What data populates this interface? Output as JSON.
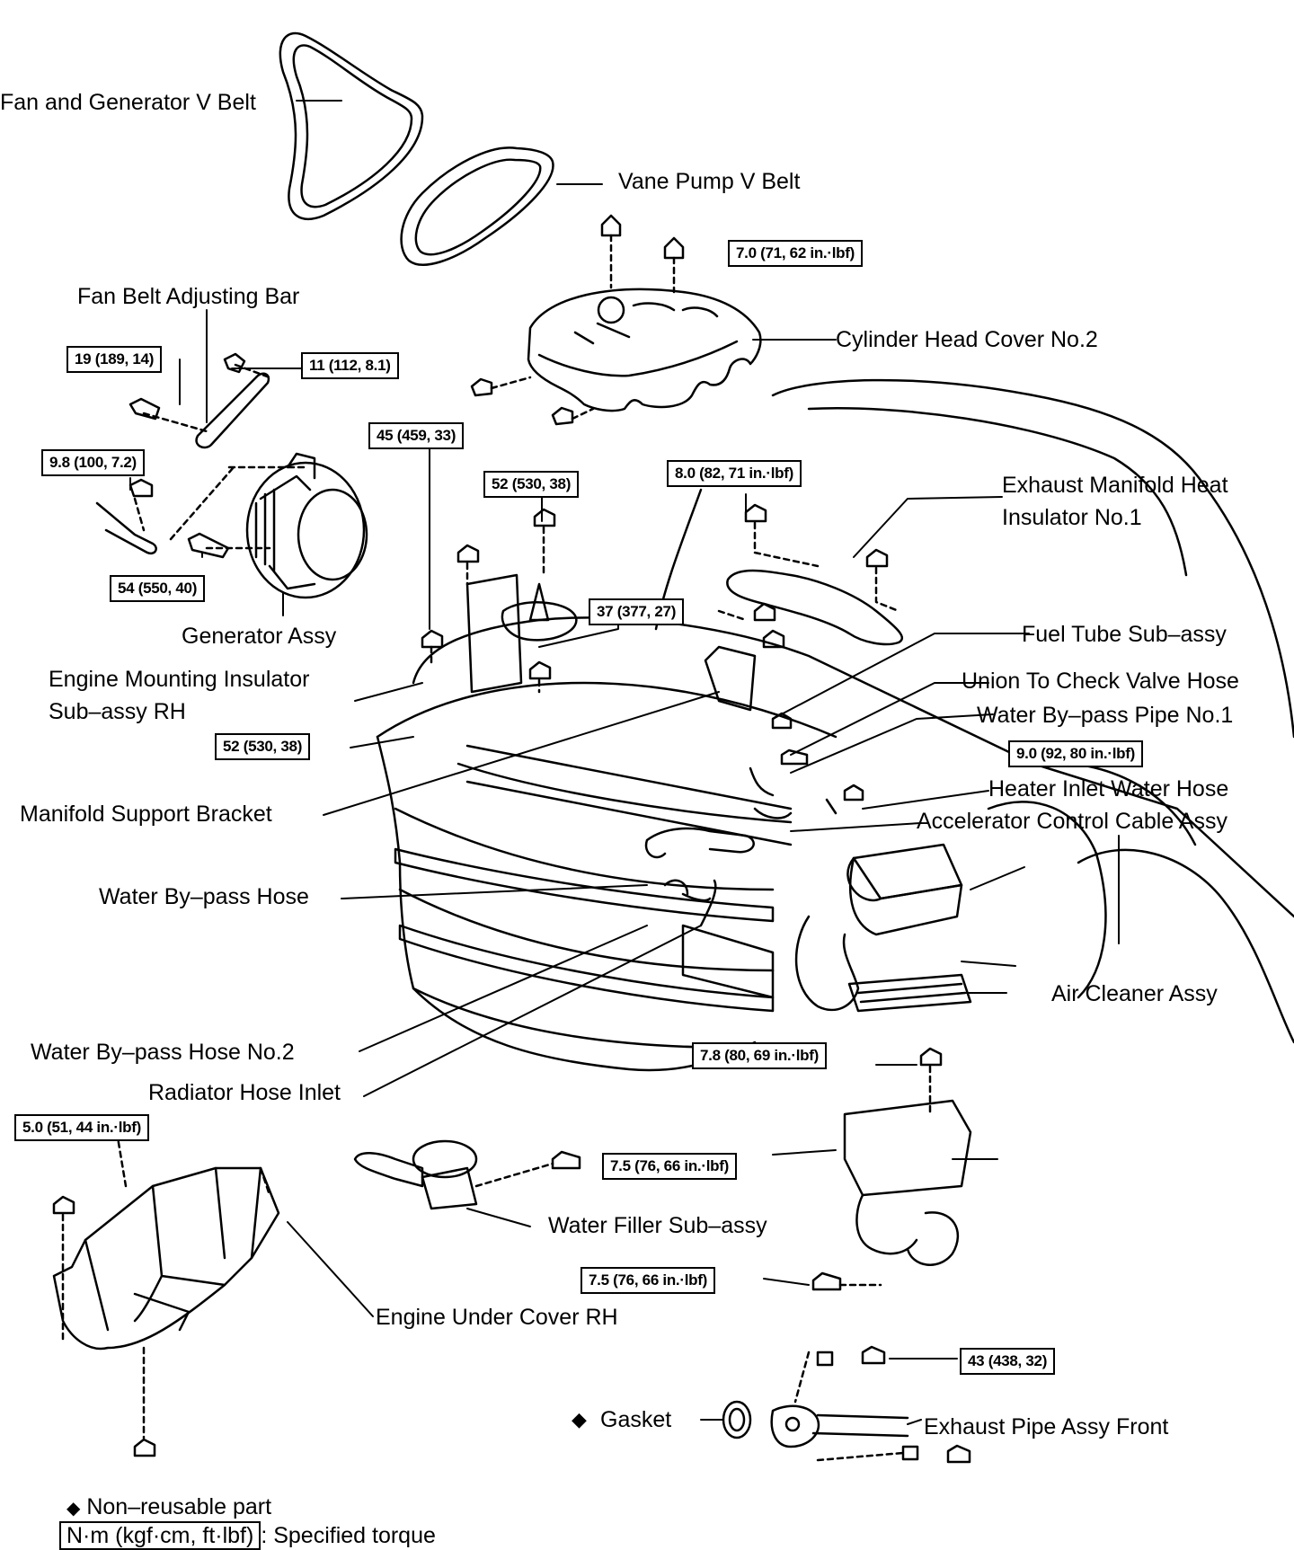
{
  "labels": {
    "fan_generator_belt": "Fan and Generator V Belt",
    "vane_pump_belt": "Vane Pump V Belt",
    "fan_belt_adjusting_bar": "Fan Belt Adjusting Bar",
    "cylinder_head_cover": "Cylinder Head Cover No.2",
    "exhaust_heat_insulator_1": "Exhaust Manifold Heat",
    "exhaust_heat_insulator_2": "Insulator No.1",
    "generator_assy": "Generator Assy",
    "engine_mounting_1": "Engine Mounting Insulator",
    "engine_mounting_2": "Sub–assy RH",
    "fuel_tube": "Fuel Tube Sub–assy",
    "union_check_valve": "Union To Check Valve Hose",
    "water_bypass_pipe": "Water By–pass Pipe No.1",
    "heater_inlet_hose": "Heater Inlet Water Hose",
    "manifold_support": "Manifold Support Bracket",
    "accelerator_cable": "Accelerator Control Cable Assy",
    "water_bypass_hose": "Water By–pass Hose",
    "air_cleaner": "Air Cleaner Assy",
    "water_bypass_hose_2": "Water By–pass Hose No.2",
    "radiator_hose_inlet": "Radiator Hose Inlet",
    "water_filler": "Water Filler Sub–assy",
    "engine_under_cover": "Engine Under Cover RH",
    "gasket": "Gasket",
    "exhaust_pipe_front": "Exhaust Pipe Assy Front"
  },
  "torques": {
    "t_cyl_cover": "7.0 (71, 62 in.·lbf)",
    "t_19": "19 (189, 14)",
    "t_11": "11 (112, 8.1)",
    "t_45": "45 (459, 33)",
    "t_52_top": "52 (530, 38)",
    "t_8": "8.0 (82, 71 in.·lbf)",
    "t_98": "9.8 (100, 7.2)",
    "t_54": "54 (550, 40)",
    "t_37": "37 (377, 27)",
    "t_52_bottom": "52 (530, 38)",
    "t_9": "9.0 (92, 80 in.·lbf)",
    "t_78": "7.8 (80, 69 in.·lbf)",
    "t_5": "5.0 (51, 44 in.·lbf)",
    "t_75_a": "7.5 (76, 66 in.·lbf)",
    "t_75_b": "7.5 (76, 66 in.·lbf)",
    "t_43": "43 (438, 32)"
  },
  "legend": {
    "symbol": "◆",
    "non_reusable": "Non–reusable part",
    "torque_units": "N·m (kgf·cm, ft·lbf)",
    "specified_torque": ": Specified torque"
  },
  "gasket_symbol": "◆"
}
